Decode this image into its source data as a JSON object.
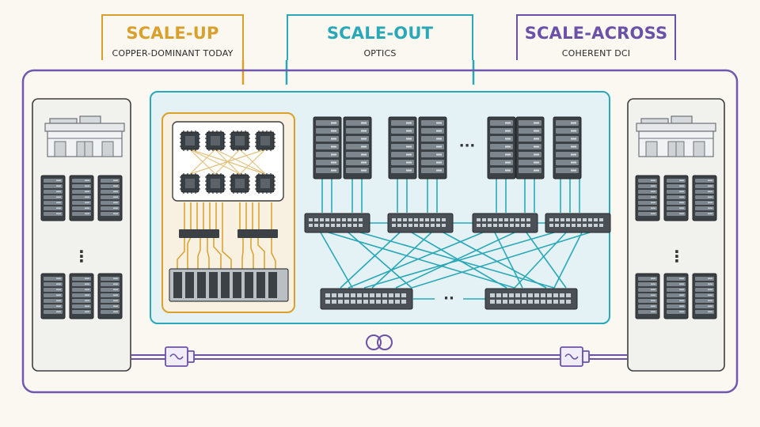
{
  "colors": {
    "scale_up": "#d9a02b",
    "scale_out": "#2aa8b8",
    "scale_across": "#6b52a8",
    "outer_frame": "#6f58ae",
    "rack": "#3c4146",
    "background": "#fbf8f1"
  },
  "labels": {
    "scale_up": {
      "title": "SCALE-UP",
      "subtitle": "COPPER-DOMINANT TODAY"
    },
    "scale_out": {
      "title": "SCALE-OUT",
      "subtitle": "OPTICS"
    },
    "scale_across": {
      "title": "SCALE-ACROSS",
      "subtitle": "COHERENT DCI"
    }
  },
  "ellipses": {
    "side_left": "⋮",
    "side_right": "⋮",
    "rack_rows": "···",
    "spine_switches": "··"
  },
  "icons": {
    "datacenter": "datacenter-building-icon",
    "optical_module": "optical-transceiver-icon",
    "fiber": "fiber-coil-icon",
    "chip": "gpu-chip-icon",
    "switch": "network-switch-icon"
  }
}
